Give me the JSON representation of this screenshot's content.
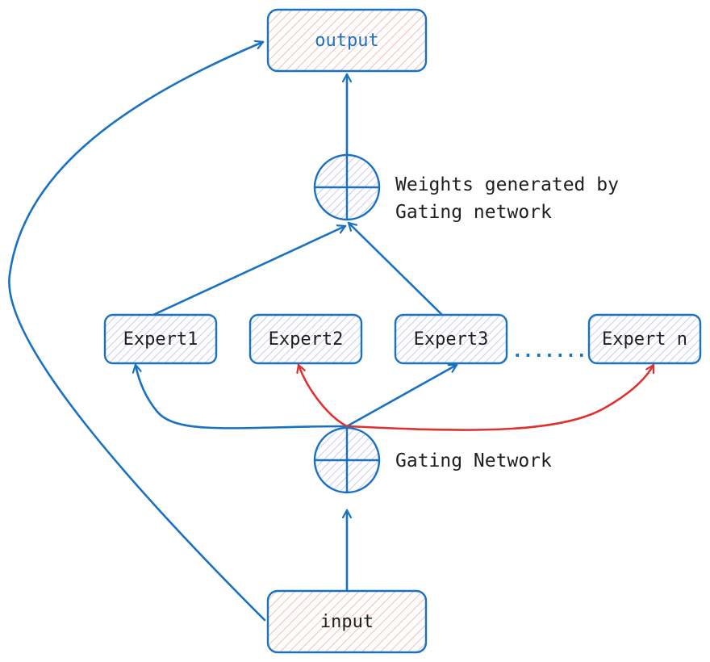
{
  "nodes": {
    "output": "output",
    "input": "input",
    "experts": [
      "Expert1",
      "Expert2",
      "Expert3",
      "Expert n"
    ],
    "ellipsis": "......."
  },
  "annotations": {
    "combiner_line1": "Weights generated by",
    "combiner_line2": "Gating network",
    "gating": "Gating Network"
  },
  "colors": {
    "stroke": "#1971c2",
    "active_route": "#e03131",
    "io_fill_hatch": "#f5a9a9",
    "expert_fill_hatch": "#b7b9f0",
    "text": "#1e1e1e"
  },
  "routes": [
    {
      "from": "gating-network",
      "to": "Expert1",
      "color": "blue"
    },
    {
      "from": "gating-network",
      "to": "Expert2",
      "color": "red"
    },
    {
      "from": "gating-network",
      "to": "Expert3",
      "color": "blue"
    },
    {
      "from": "gating-network",
      "to": "Expert n",
      "color": "red"
    }
  ]
}
